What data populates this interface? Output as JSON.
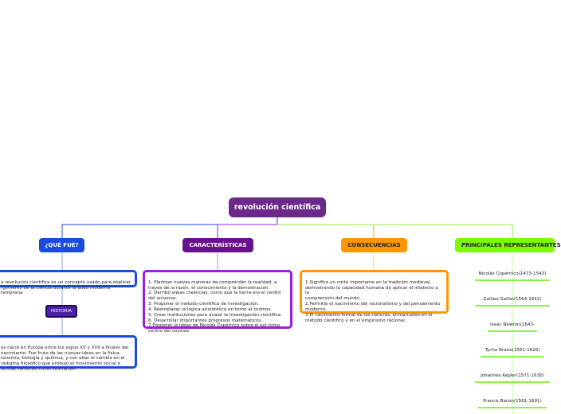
{
  "root": {
    "label": "revolución científica"
  },
  "branches": {
    "que_fue": {
      "label": "¿QUÉ FUÉ?",
      "text": "a revolución científica es un concepto usado para explicar\nrgimiento de la ciencia durante la edad moderna temprana",
      "historia_label": "HISTORIA",
      "historia_text": "es nació en Europa entre los siglos XV y XVII a finales del\nnacimiento. Fue fruto de las nuevas ideas en la física,\nronomía, biología y química, y con ellas el cambio en el\nradigma filosófico que produjo el movimiento social e\nlectual conocido como ilustración."
    },
    "caracteristicas": {
      "label": "CARACTERÍSTICAS",
      "text": "1. Plantear nuevas maneras de comprender la realidad, a\ntravés de la razón, el conocimiento y la demostración.\n2. Derribó viejas creencias, como que la tierra era el centro\ndel universo.\n3. Proponer el método científico de investigación.\n4. Reemplazar la lógica aristotélica en torno al cosmos.\n5. Crear instituciones para avalar la investigación científica.\n6. Desarrollar importantes progresos matemáticos.\n7.Proponer la ideas de Nicolás Copérnico sobre el sol como\ncentro del cosmos."
    },
    "consecuencias": {
      "label": "CONSECUENCIAS",
      "text": "1.Significo un corte importante en la tradición medieval,\ndemostrando la capacidad humana de aplicar el intelecto a la\ncomprensión del mundo.\n2.Permitio el nacimiento del racionalismo y del pensamiento\nmoderno.\n3.El nacimiento formal de las ciencias, enmarcadas en el\nmétodo científico y en el empirismo racional."
    },
    "representantes": {
      "label": "PRINCIPALES REPRESENTANTES",
      "items": [
        "Nicolás Copérnico(1473-1543)",
        "Galileo Galilei(1564-1642)",
        "Isaac Newton(1643-",
        "Tycho Brahe(1561-1626)",
        "Johannes Kepler(1571-1630)",
        "Francis Bacon(1561-1691)"
      ]
    }
  },
  "colors": {
    "root": "#6b2a8a",
    "que_fue": "#1a4bdf",
    "caracteristicas": "#6a0f8e",
    "consecuencias": "#ff9800",
    "representantes": "#7cfc00"
  }
}
